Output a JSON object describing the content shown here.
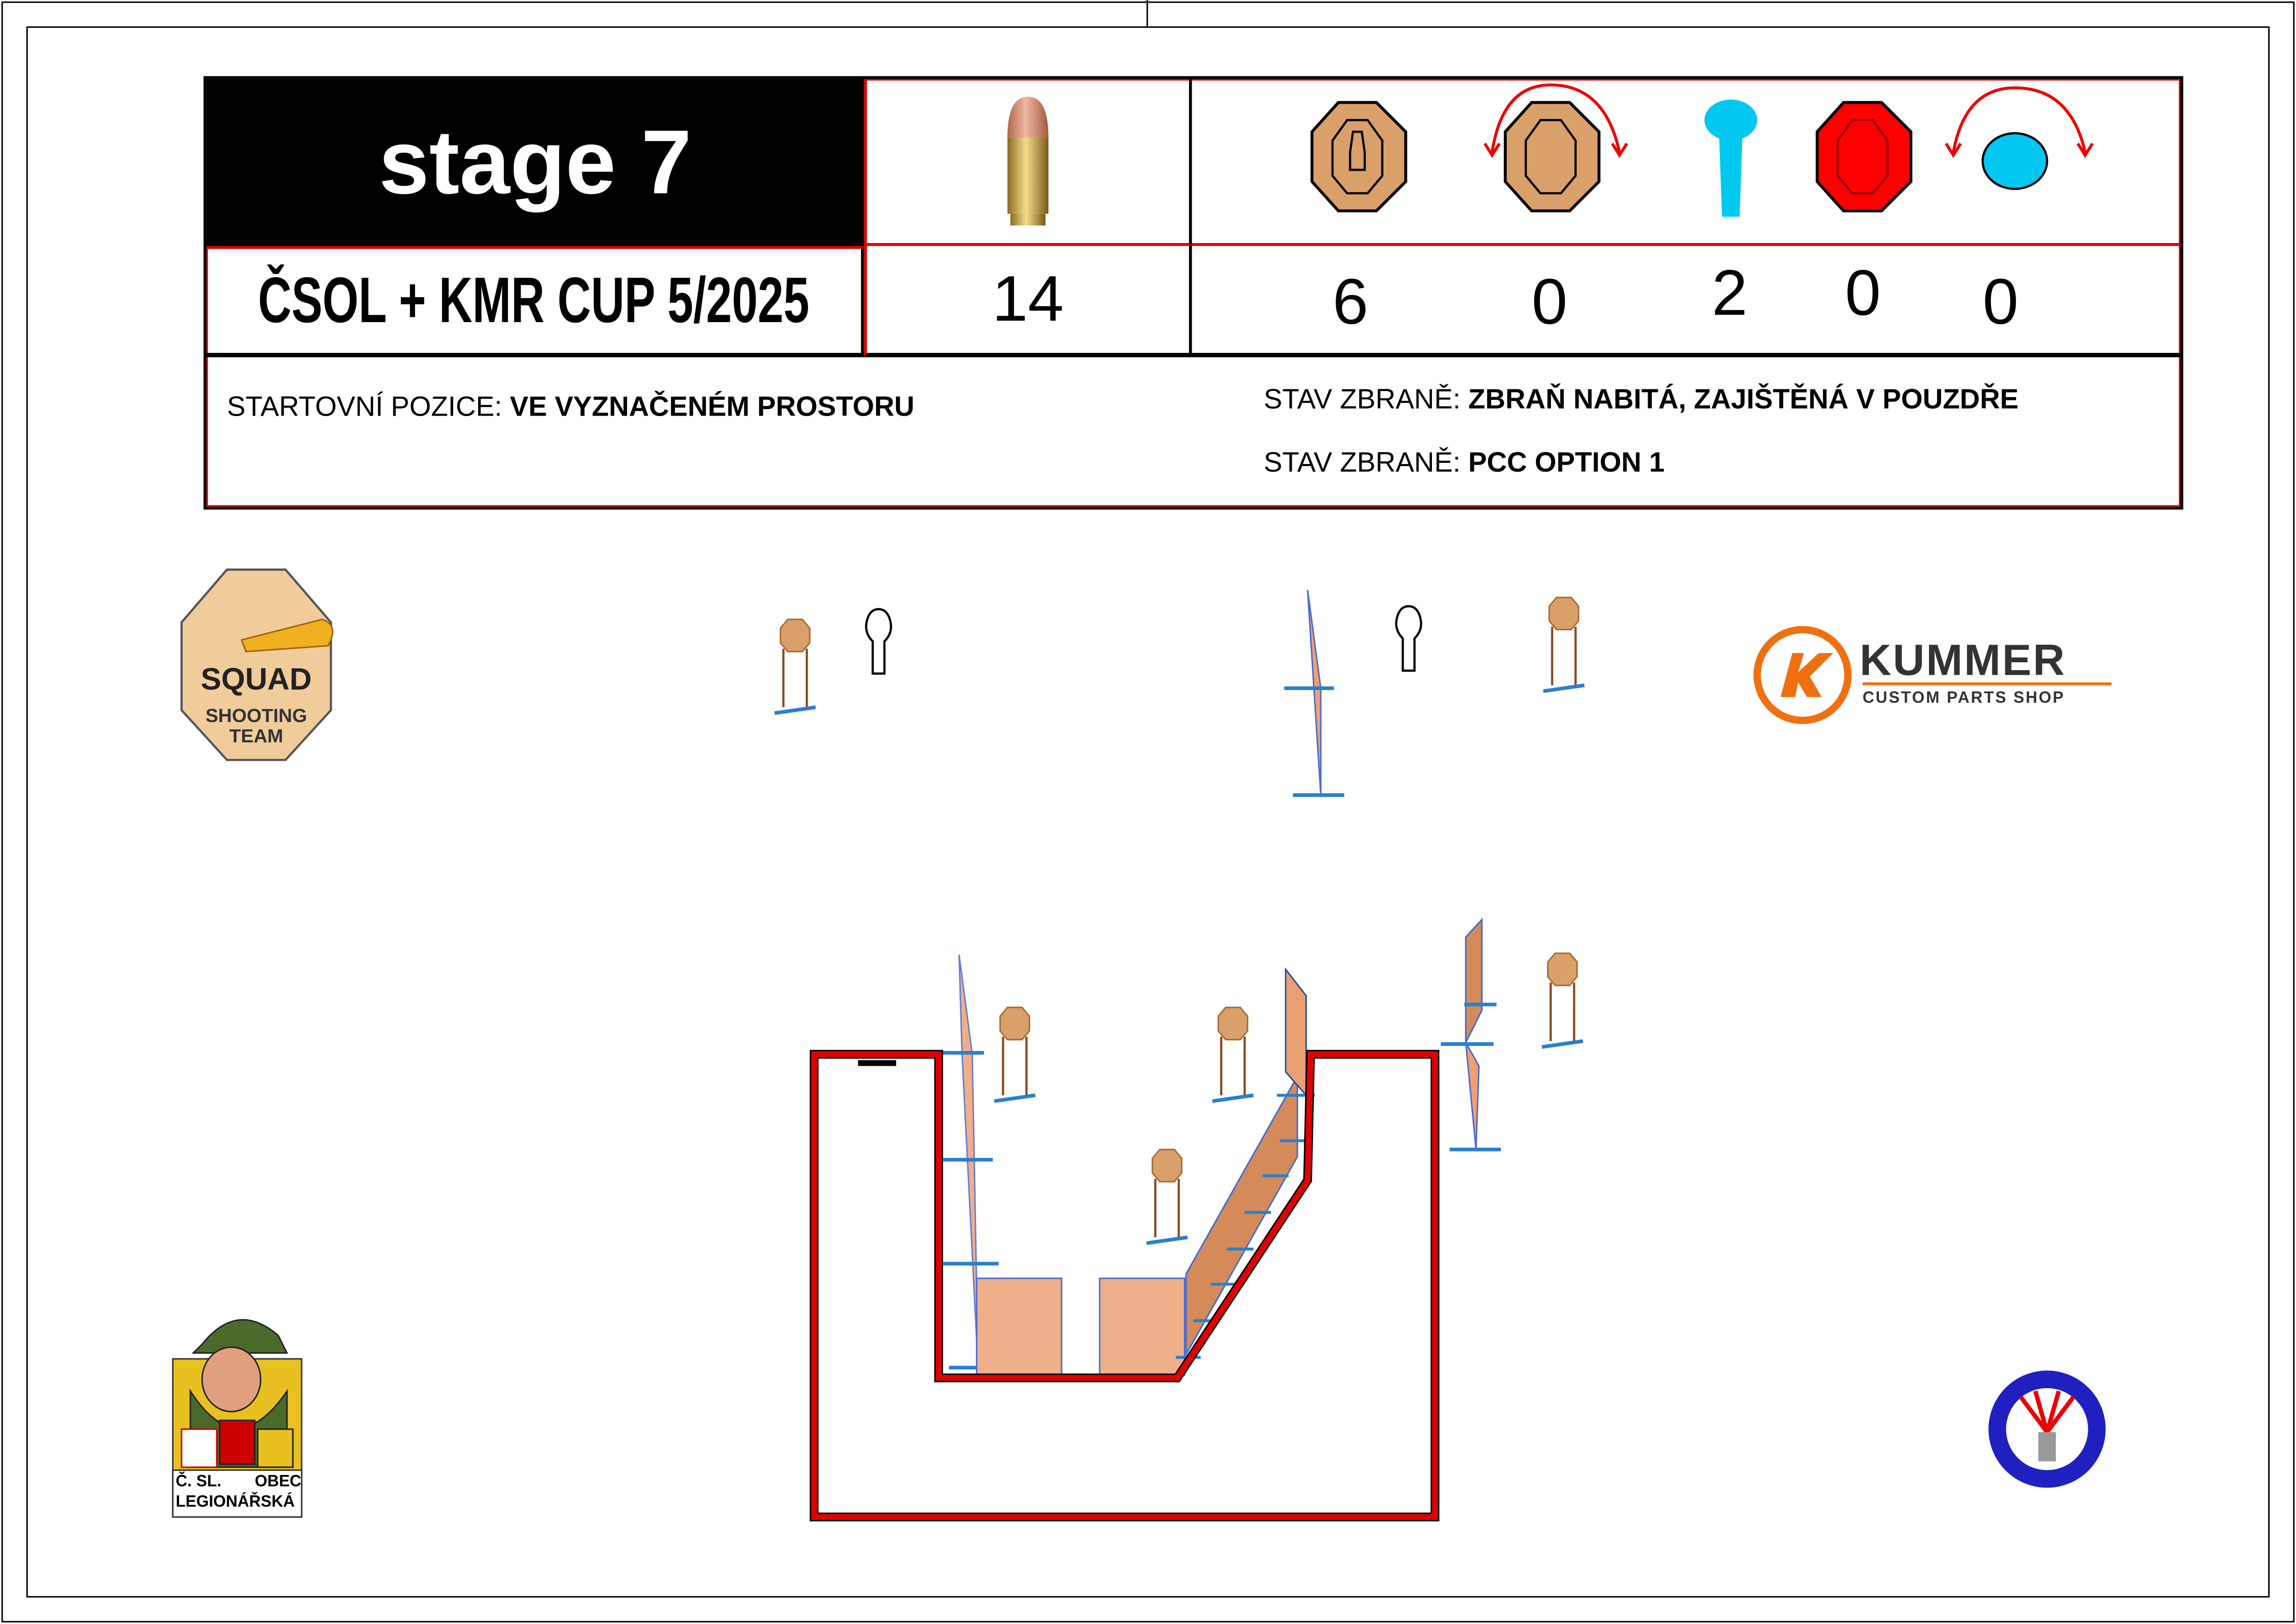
{
  "header": {
    "stage_title": "stage 7",
    "competition": "ČSOL + KMR CUP 5/2025",
    "rounds": "14",
    "target_types": [
      {
        "icon": "paper-target-icon",
        "count": "6"
      },
      {
        "icon": "moving-paper-target-icon",
        "count": "0"
      },
      {
        "icon": "popper-icon",
        "count": "2"
      },
      {
        "icon": "no-shoot-target-icon",
        "count": "0"
      },
      {
        "icon": "moving-plate-icon",
        "count": "0"
      }
    ],
    "start_position_label": "STARTOVNÍ POZICE:",
    "start_position_value": "VE VYZNAČENÉM PROSTORU",
    "weapon_state_label": "STAV ZBRANĚ:",
    "weapon_state_value": "ZBRAŇ NABITÁ, ZAJIŠTĚNÁ V POUZDŘE",
    "weapon_state2_label": "STAV ZBRANĚ:",
    "weapon_state2_value": "PCC OPTION 1"
  },
  "logos": {
    "squad": {
      "line1": "SQUAD",
      "line2": "SHOOTING",
      "line3": "TEAM"
    },
    "kummer": {
      "name": "KUMMER",
      "tagline": "CUSTOM PARTS SHOP"
    },
    "csol": {
      "line1": "Č. SL.",
      "line2": "OBEC",
      "line3": "LEGIONÁŘSKÁ"
    }
  },
  "colors": {
    "red": "#e00000",
    "target": "#d9a06a",
    "blue": "#2a7fd0",
    "cyan": "#00c8f0"
  }
}
